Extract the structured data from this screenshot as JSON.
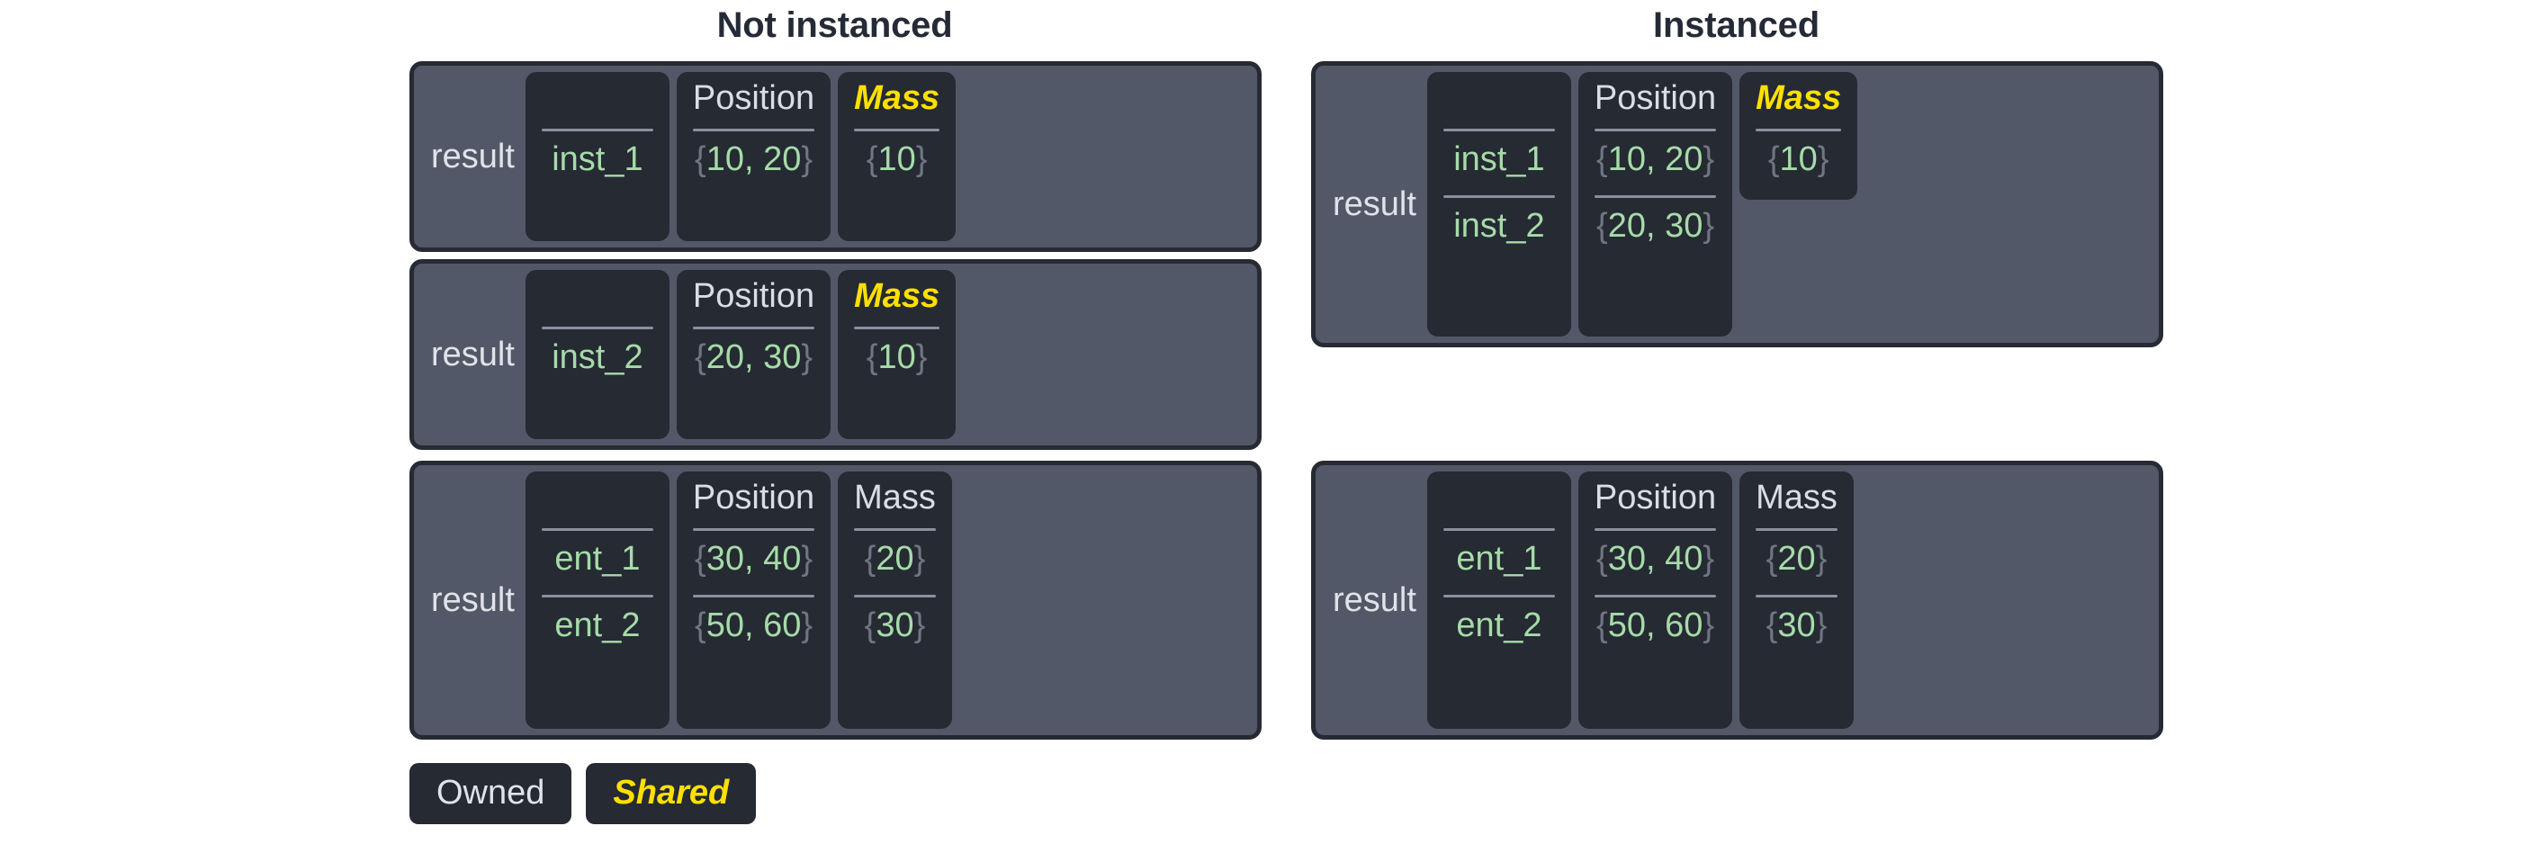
{
  "headings": {
    "not_instanced": "Not instanced",
    "instanced": "Instanced"
  },
  "labels": {
    "result": "result",
    "blank_header": "",
    "position": "Position",
    "mass": "Mass"
  },
  "legend": {
    "owned": "Owned",
    "shared": "Shared"
  },
  "colors": {
    "shared_accent": "#ffe000",
    "owned_text": "#dfe3ea",
    "value_green": "#a6dba8",
    "brace_gray": "#6f7682",
    "card_bg": "#525867",
    "card_border": "#262a33",
    "column_bg": "#252a33",
    "rule": "#8b919c",
    "title": "#252b36",
    "page_bg": "#ffffff"
  },
  "tables": {
    "not_instanced": [
      {
        "id": "ni-1",
        "result_label": "result",
        "columns": [
          {
            "header": "",
            "shared": false,
            "role": "name",
            "span": 2,
            "cells": [
              "inst_1"
            ]
          },
          {
            "header": "Position",
            "shared": false,
            "role": "pos",
            "span": 2,
            "cells": [
              "{10, 20}"
            ]
          },
          {
            "header": "Mass",
            "shared": true,
            "role": "mass",
            "span": 2,
            "cells": [
              "{10}"
            ]
          }
        ],
        "cell_values": {
          "name": [
            "inst_1"
          ],
          "position": [
            "{10, 20}"
          ],
          "mass": [
            "{10}"
          ]
        }
      },
      {
        "id": "ni-2",
        "result_label": "result",
        "columns": [
          {
            "header": "",
            "shared": false,
            "role": "name",
            "span": 2,
            "cells": [
              "inst_2"
            ]
          },
          {
            "header": "Position",
            "shared": false,
            "role": "pos",
            "span": 2,
            "cells": [
              "{20, 30}"
            ]
          },
          {
            "header": "Mass",
            "shared": true,
            "role": "mass",
            "span": 2,
            "cells": [
              "{10}"
            ]
          }
        ],
        "cell_values": {
          "name": [
            "inst_2"
          ],
          "position": [
            "{20, 30}"
          ],
          "mass": [
            "{10}"
          ]
        }
      },
      {
        "id": "ni-3",
        "result_label": "result",
        "columns": [
          {
            "header": "",
            "shared": false,
            "role": "name",
            "span": 2,
            "cells": [
              "ent_1",
              "ent_2"
            ]
          },
          {
            "header": "Position",
            "shared": false,
            "role": "pos",
            "span": 2,
            "cells": [
              "{30, 40}",
              "{50, 60}"
            ]
          },
          {
            "header": "Mass",
            "shared": false,
            "role": "mass",
            "span": 2,
            "cells": [
              "{20}",
              "{30}"
            ]
          }
        ],
        "cell_values": {
          "name": [
            "ent_1",
            "ent_2"
          ],
          "position": [
            "{30, 40}",
            "{50, 60}"
          ],
          "mass": [
            "{20}",
            "{30}"
          ]
        }
      }
    ],
    "instanced": [
      {
        "id": "i-1",
        "result_label": "result",
        "columns": [
          {
            "header": "",
            "shared": false,
            "role": "name",
            "span": 2,
            "cells": [
              "inst_1",
              "inst_2"
            ]
          },
          {
            "header": "Position",
            "shared": false,
            "role": "pos",
            "span": 2,
            "cells": [
              "{10, 20}",
              "{20, 30}"
            ]
          },
          {
            "header": "Mass",
            "shared": true,
            "role": "mass",
            "span": 1,
            "cells": [
              "{10}"
            ]
          }
        ],
        "cell_values": {
          "name": [
            "inst_1",
            "inst_2"
          ],
          "position": [
            "{10, 20}",
            "{20, 30}"
          ],
          "mass": [
            "{10}"
          ]
        }
      },
      {
        "id": "i-2",
        "result_label": "result",
        "columns": [
          {
            "header": "",
            "shared": false,
            "role": "name",
            "span": 2,
            "cells": [
              "ent_1",
              "ent_2"
            ]
          },
          {
            "header": "Position",
            "shared": false,
            "role": "pos",
            "span": 2,
            "cells": [
              "{30, 40}",
              "{50, 60}"
            ]
          },
          {
            "header": "Mass",
            "shared": false,
            "role": "mass",
            "span": 2,
            "cells": [
              "{20}",
              "{30}"
            ]
          }
        ],
        "cell_values": {
          "name": [
            "ent_1",
            "ent_2"
          ],
          "position": [
            "{30, 40}",
            "{50, 60}"
          ],
          "mass": [
            "{20}",
            "{30}"
          ]
        }
      }
    ]
  }
}
